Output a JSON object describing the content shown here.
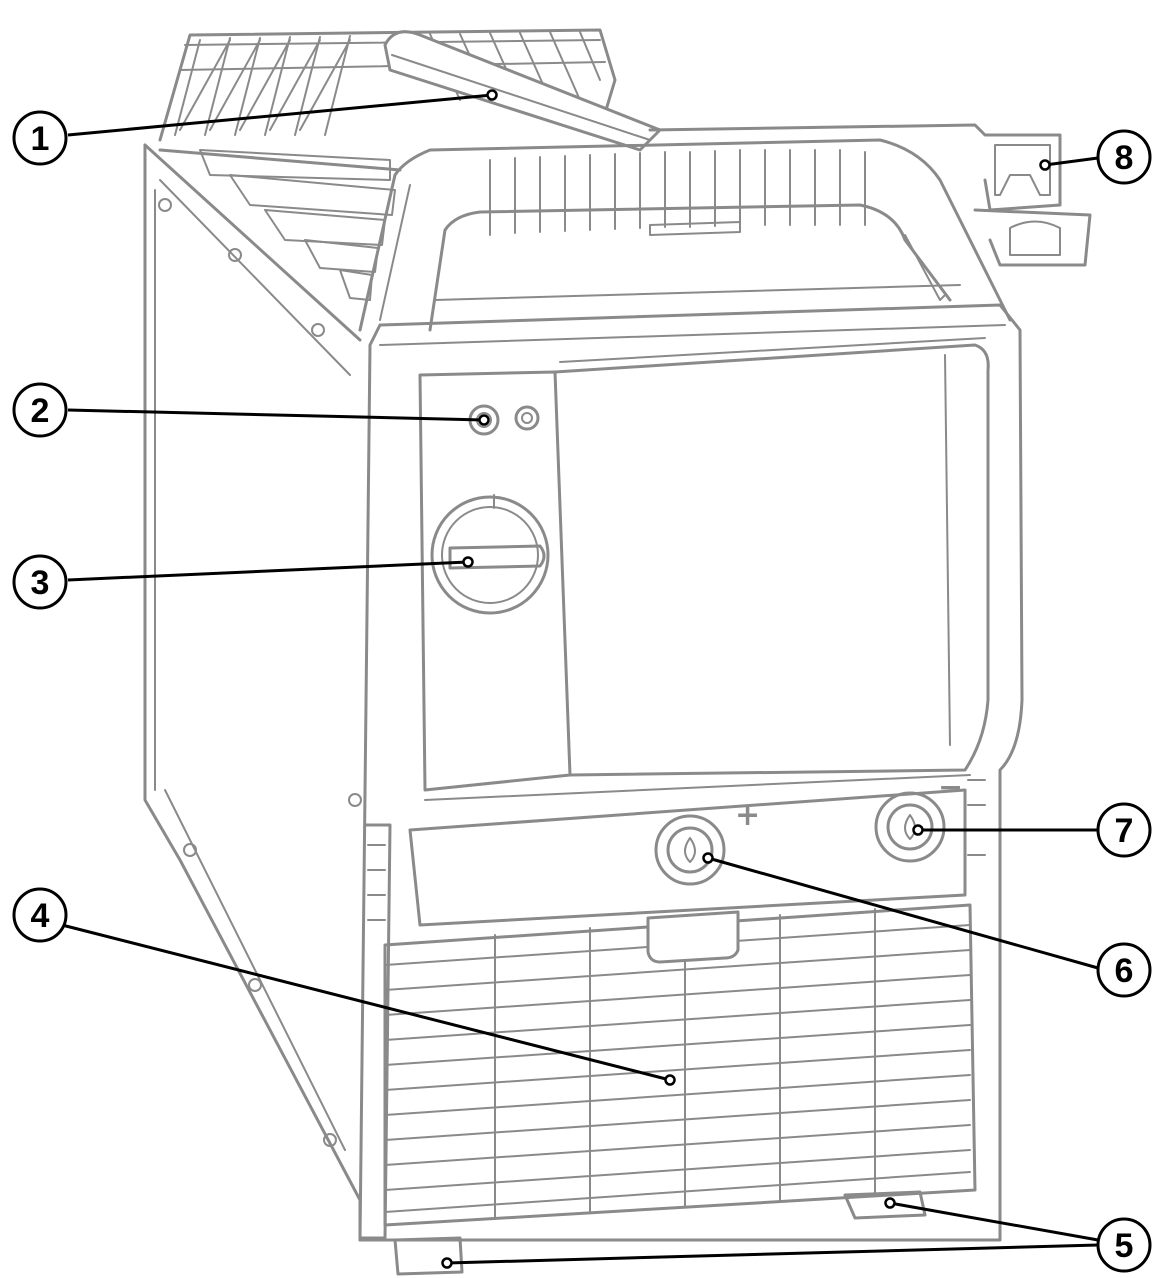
{
  "figure": {
    "colors": {
      "device_outline": "#8a8a8a",
      "callout": "#000000",
      "background": "#ffffff"
    },
    "polarity_labels": {
      "plus": "+",
      "minus": "−"
    },
    "callouts": [
      {
        "number": "1"
      },
      {
        "number": "2"
      },
      {
        "number": "3"
      },
      {
        "number": "4"
      },
      {
        "number": "5"
      },
      {
        "number": "6"
      },
      {
        "number": "7"
      },
      {
        "number": "8"
      }
    ]
  }
}
